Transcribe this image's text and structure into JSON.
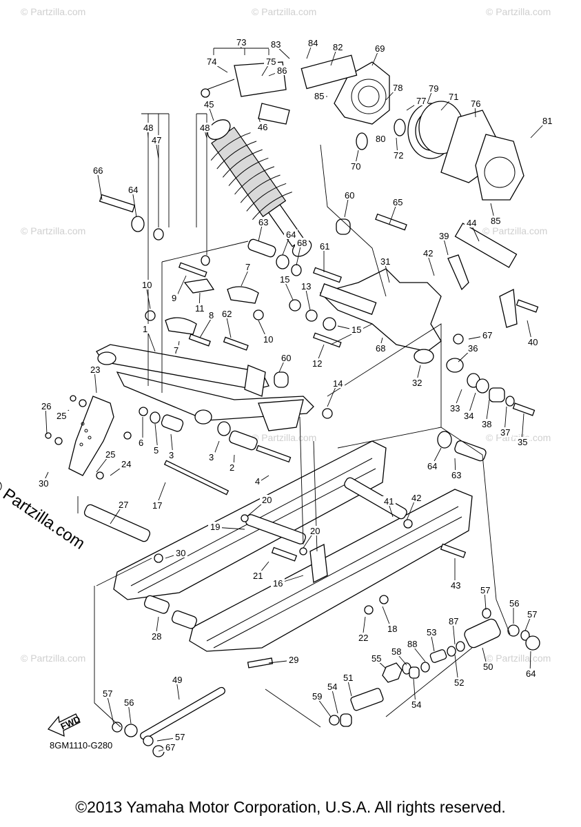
{
  "diagram": {
    "ref_code": "8GM1110-G280",
    "copyright": "©2013 Yamaha Motor Corporation, U.S.A. All rights reserved.",
    "side_logo": "© Partzilla.com",
    "fwd_label": "FWD",
    "watermark": "© Partzilla.com",
    "callouts": [
      {
        "n": "1"
      },
      {
        "n": "2"
      },
      {
        "n": "3"
      },
      {
        "n": "3"
      },
      {
        "n": "4"
      },
      {
        "n": "5"
      },
      {
        "n": "6"
      },
      {
        "n": "7"
      },
      {
        "n": "7"
      },
      {
        "n": "8"
      },
      {
        "n": "9"
      },
      {
        "n": "10"
      },
      {
        "n": "10"
      },
      {
        "n": "11"
      },
      {
        "n": "12"
      },
      {
        "n": "13"
      },
      {
        "n": "14"
      },
      {
        "n": "15"
      },
      {
        "n": "15"
      },
      {
        "n": "16"
      },
      {
        "n": "17"
      },
      {
        "n": "18"
      },
      {
        "n": "19"
      },
      {
        "n": "20"
      },
      {
        "n": "20"
      },
      {
        "n": "21"
      },
      {
        "n": "22"
      },
      {
        "n": "23"
      },
      {
        "n": "24"
      },
      {
        "n": "25"
      },
      {
        "n": "25"
      },
      {
        "n": "26"
      },
      {
        "n": "27"
      },
      {
        "n": "28"
      },
      {
        "n": "29"
      },
      {
        "n": "30"
      },
      {
        "n": "30"
      },
      {
        "n": "31"
      },
      {
        "n": "32"
      },
      {
        "n": "33"
      },
      {
        "n": "34"
      },
      {
        "n": "35"
      },
      {
        "n": "36"
      },
      {
        "n": "37"
      },
      {
        "n": "38"
      },
      {
        "n": "39"
      },
      {
        "n": "40"
      },
      {
        "n": "41"
      },
      {
        "n": "42"
      },
      {
        "n": "42"
      },
      {
        "n": "43"
      },
      {
        "n": "44"
      },
      {
        "n": "45"
      },
      {
        "n": "46"
      },
      {
        "n": "47"
      },
      {
        "n": "48"
      },
      {
        "n": "48"
      },
      {
        "n": "49"
      },
      {
        "n": "50"
      },
      {
        "n": "51"
      },
      {
        "n": "52"
      },
      {
        "n": "53"
      },
      {
        "n": "54"
      },
      {
        "n": "54"
      },
      {
        "n": "55"
      },
      {
        "n": "56"
      },
      {
        "n": "56"
      },
      {
        "n": "57"
      },
      {
        "n": "57"
      },
      {
        "n": "57"
      },
      {
        "n": "57"
      },
      {
        "n": "58"
      },
      {
        "n": "59"
      },
      {
        "n": "60"
      },
      {
        "n": "60"
      },
      {
        "n": "61"
      },
      {
        "n": "62"
      },
      {
        "n": "63"
      },
      {
        "n": "63"
      },
      {
        "n": "64"
      },
      {
        "n": "64"
      },
      {
        "n": "64"
      },
      {
        "n": "64"
      },
      {
        "n": "65"
      },
      {
        "n": "66"
      },
      {
        "n": "67"
      },
      {
        "n": "67"
      },
      {
        "n": "68"
      },
      {
        "n": "68"
      },
      {
        "n": "69"
      },
      {
        "n": "70"
      },
      {
        "n": "71"
      },
      {
        "n": "72"
      },
      {
        "n": "73"
      },
      {
        "n": "74"
      },
      {
        "n": "75"
      },
      {
        "n": "76"
      },
      {
        "n": "77"
      },
      {
        "n": "78"
      },
      {
        "n": "79"
      },
      {
        "n": "80"
      },
      {
        "n": "81"
      },
      {
        "n": "82"
      },
      {
        "n": "83"
      },
      {
        "n": "84"
      },
      {
        "n": "85"
      },
      {
        "n": "85"
      },
      {
        "n": "86"
      },
      {
        "n": "87"
      },
      {
        "n": "88"
      },
      {
        "n": "88"
      }
    ]
  }
}
